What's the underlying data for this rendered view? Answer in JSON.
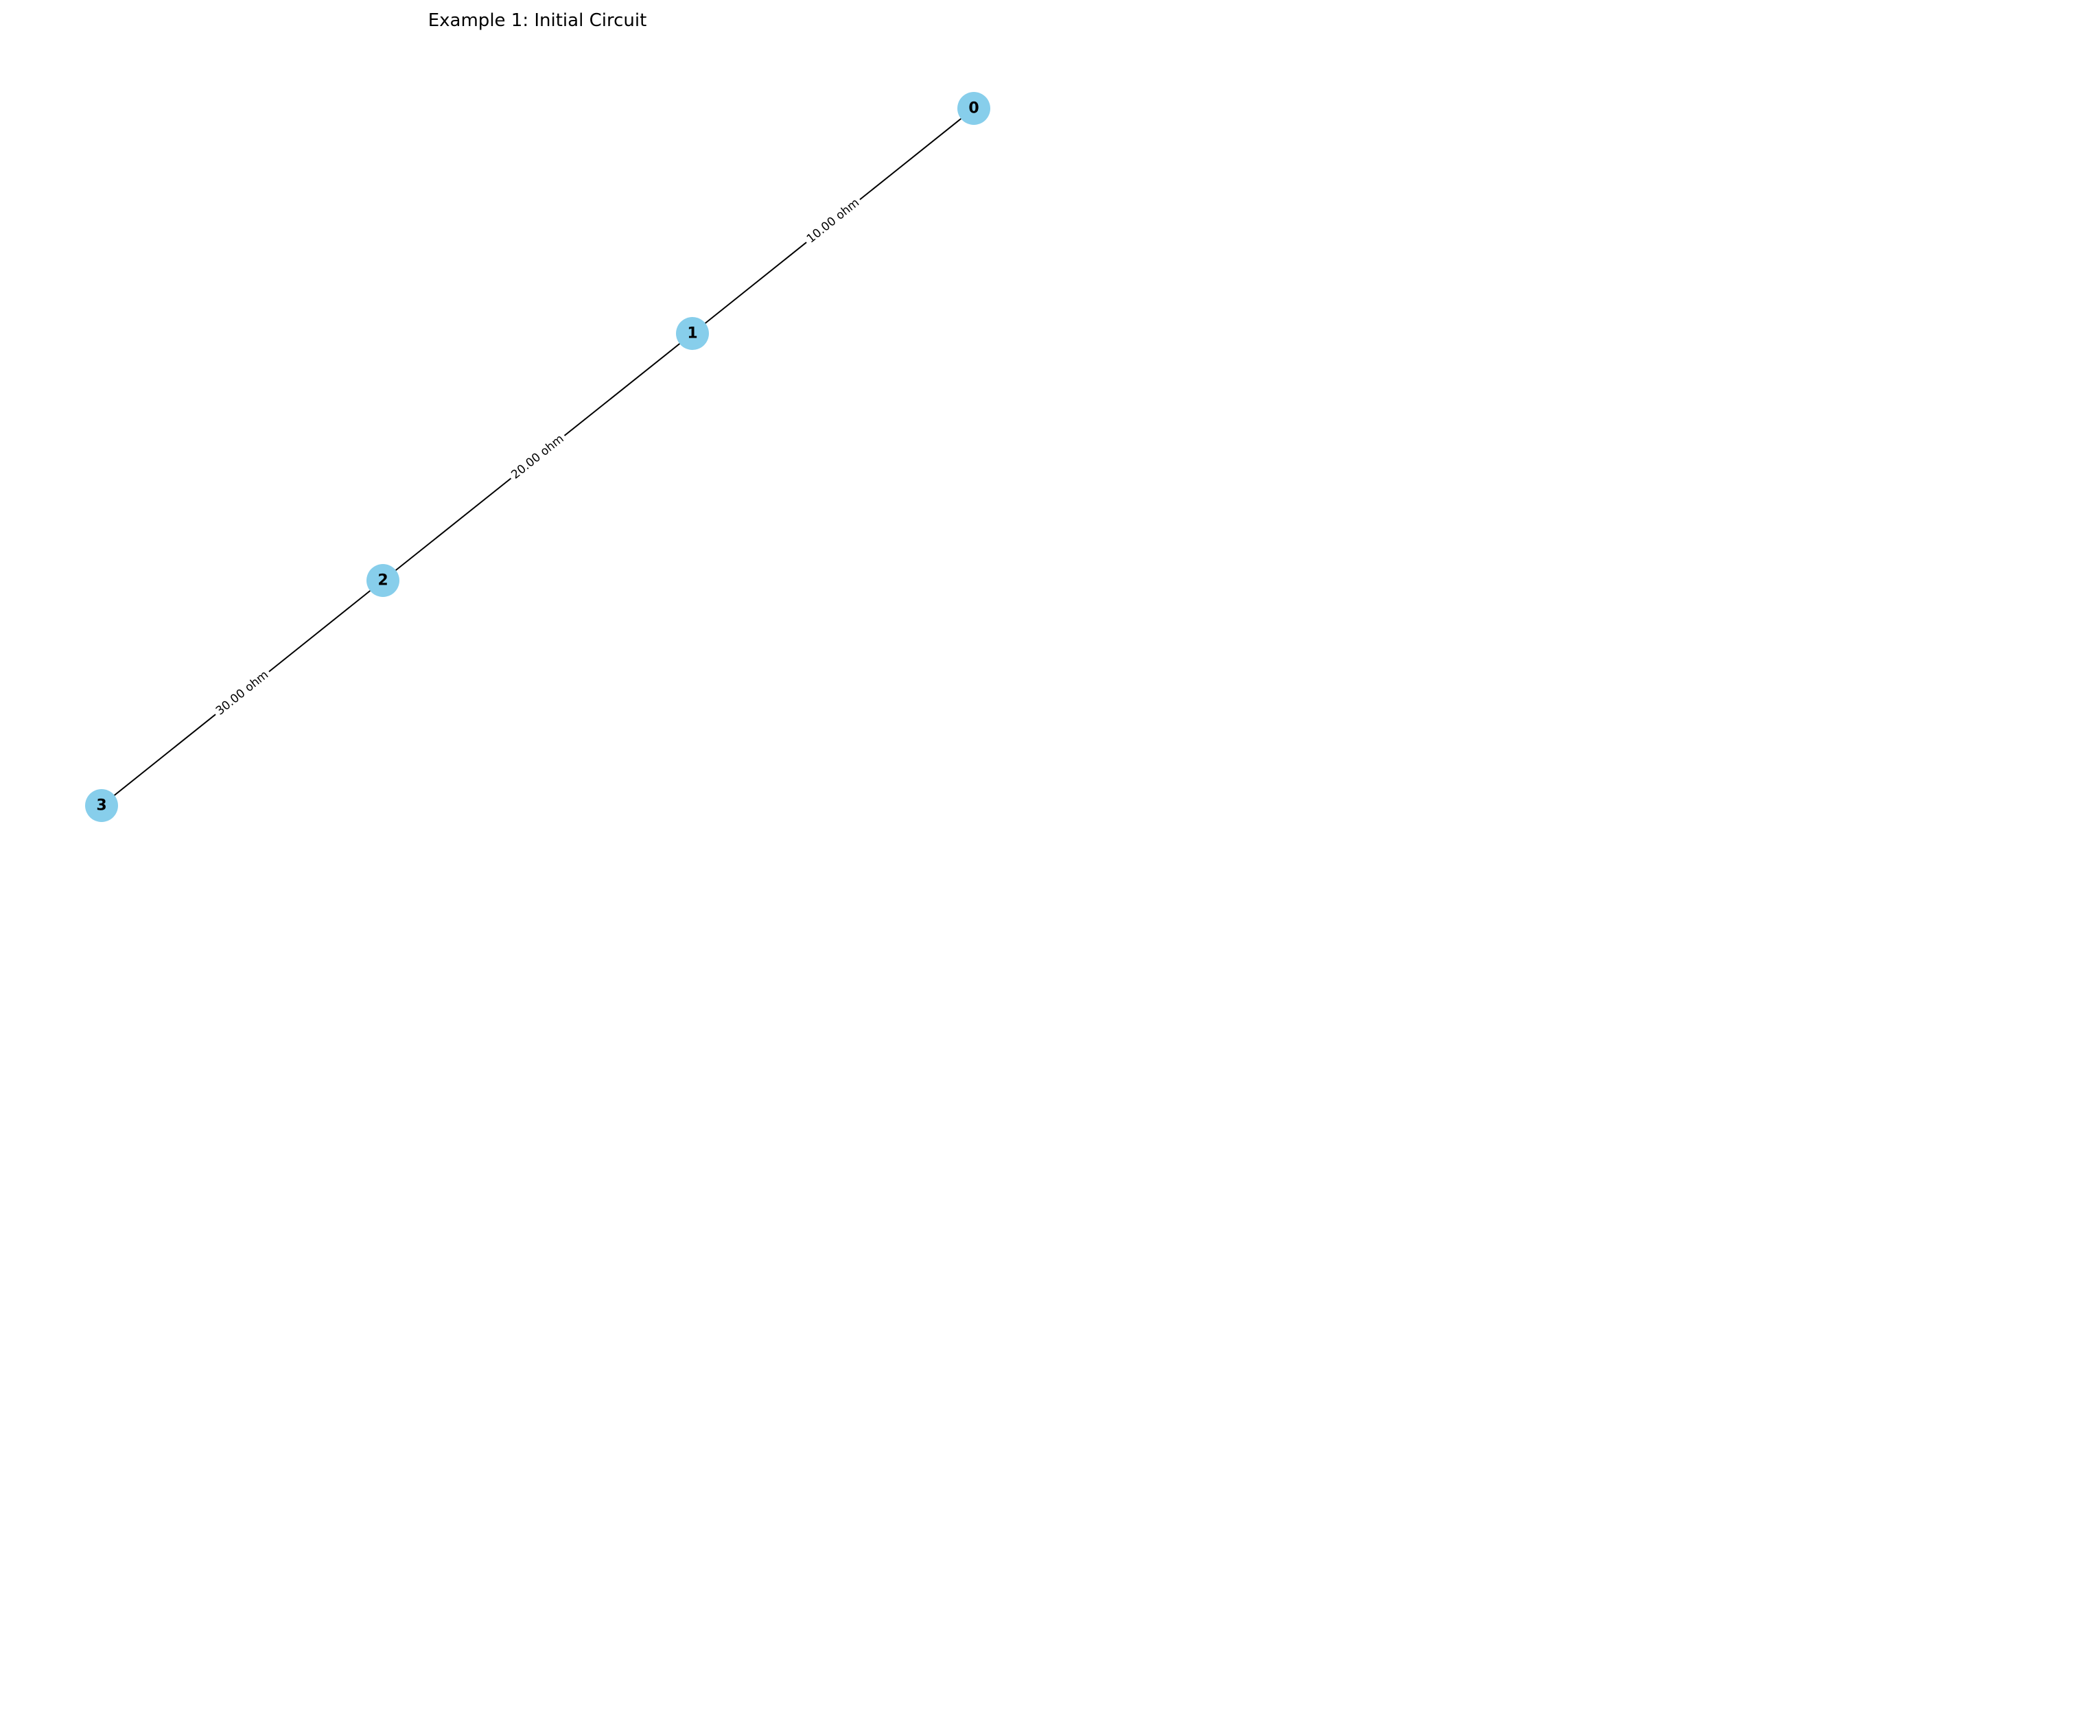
{
  "title": "Example 1: Initial Circuit",
  "colors": {
    "node_fill": "#87ceeb",
    "edge": "#000000",
    "background": "#ffffff"
  },
  "nodes": [
    {
      "id": "0",
      "label": "0"
    },
    {
      "id": "1",
      "label": "1"
    },
    {
      "id": "2",
      "label": "2"
    },
    {
      "id": "3",
      "label": "3"
    }
  ],
  "edges": [
    {
      "from": "0",
      "to": "1",
      "label": "10.00 ohm"
    },
    {
      "from": "1",
      "to": "2",
      "label": "20.00 ohm"
    },
    {
      "from": "2",
      "to": "3",
      "label": "30.00 ohm"
    }
  ]
}
